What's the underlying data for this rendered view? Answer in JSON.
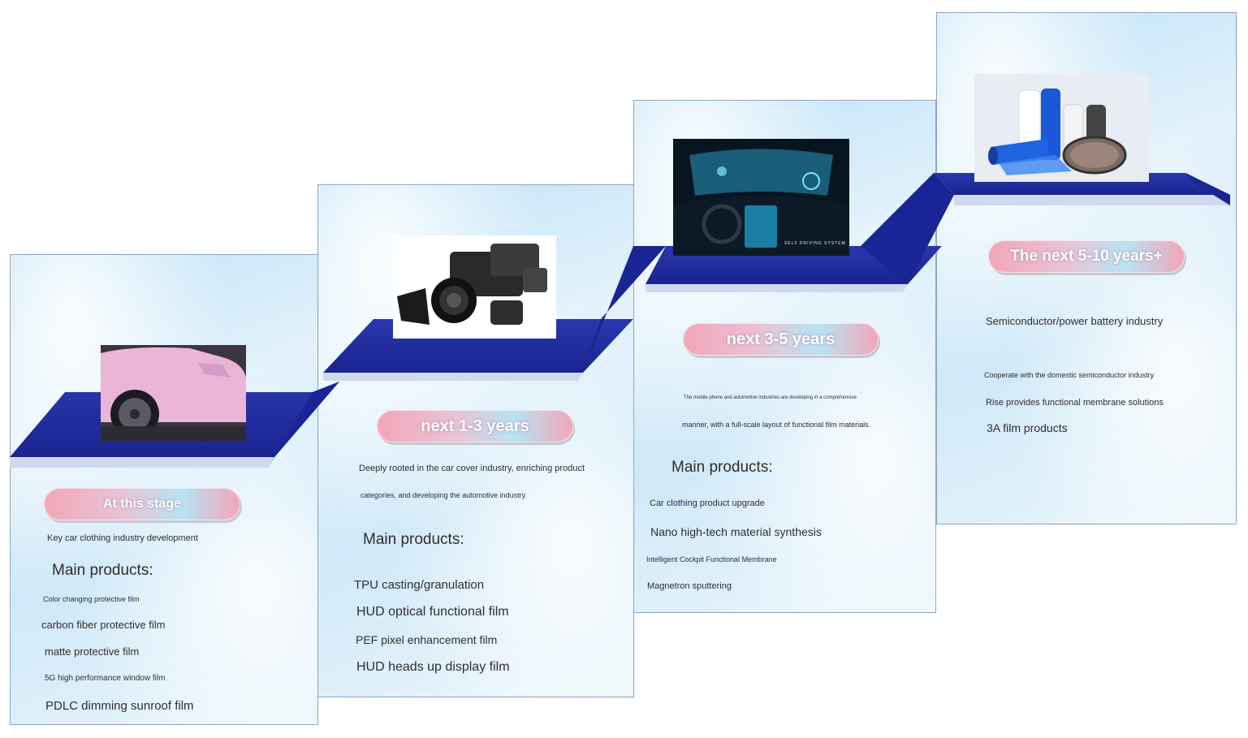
{
  "colors": {
    "step_blue": "#1f2ea0",
    "step_edge": "#c9d6f0",
    "panel_border": "#8fa6c2",
    "pill_pink": "#f2a6b8",
    "pill_blue": "#b8e3f3"
  },
  "stages": [
    {
      "badge": "At this stage",
      "image": "pink-car-icon",
      "intro": [
        "Key car clothing industry development"
      ],
      "products_heading": "Main products:",
      "products": [
        "Color changing protective film",
        "carbon fiber protective film",
        "matte protective film",
        "5G high performance window film",
        "PDLC dimming sunroof film"
      ]
    },
    {
      "badge": "next 1-3 years",
      "image": "camera-lens-icon",
      "intro": [
        "Deeply rooted in the car cover industry, enriching product",
        "categories, and developing the automotive industry."
      ],
      "products_heading": "Main products:",
      "products": [
        "TPU casting/granulation",
        "HUD optical functional film",
        "PEF pixel enhancement film",
        "HUD heads up display film"
      ]
    },
    {
      "badge": "next 3-5 years",
      "image": "smart-cockpit-icon",
      "image_caption": "SELF DRIVING SYSTEM",
      "intro": [
        "The mobile phone and automotive industries are developing in a comprehensive",
        "manner, with a full-scale layout of functional film materials."
      ],
      "products_heading": "Main products:",
      "products": [
        "Car clothing product upgrade",
        "Nano high-tech material synthesis",
        "Intelligent Cockpit Functional Membrane",
        "Magnetron sputtering"
      ]
    },
    {
      "badge": "The next 5-10 years+",
      "image": "film-rolls-wafer-icon",
      "intro": [
        "Semiconductor/power battery industry"
      ],
      "items": [
        "Cooperate with the domestic semiconductor industry",
        "Rise provides functional membrane solutions",
        "3A film products"
      ]
    }
  ]
}
